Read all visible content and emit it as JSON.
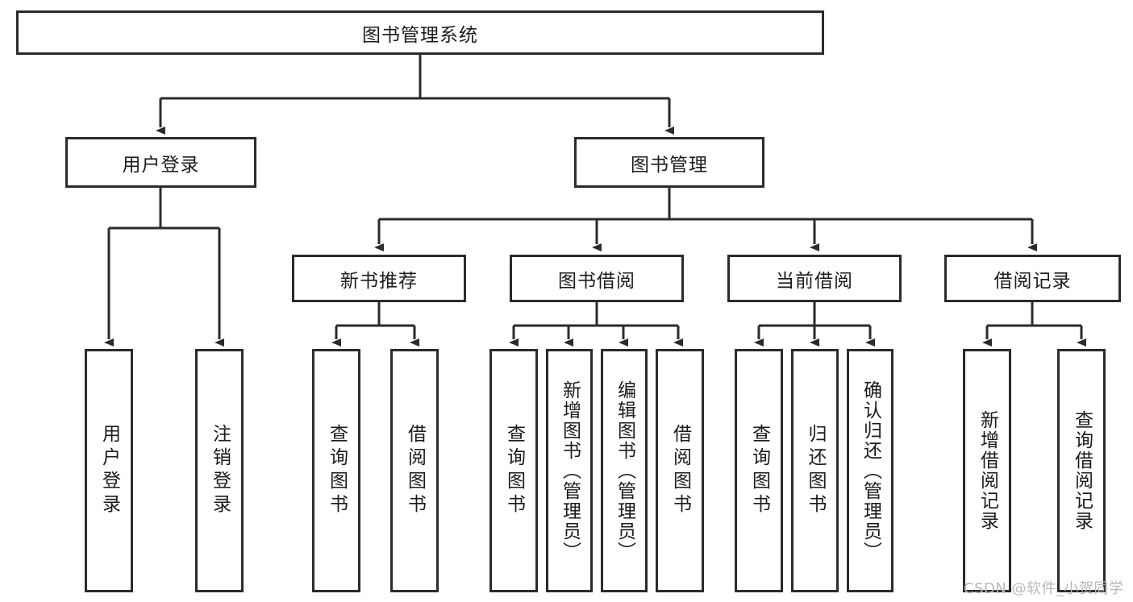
{
  "diagram": {
    "title": "图书管理系统",
    "type": "tree",
    "colors": {
      "border": "#2b2b2b",
      "background": "#ffffff",
      "text": "#1b1b1b",
      "watermark": "#b9b9b9"
    },
    "root": {
      "label": "图书管理系统"
    },
    "level2": [
      {
        "label": "用户登录"
      },
      {
        "label": "图书管理"
      }
    ],
    "level3": [
      {
        "label": "新书推荐"
      },
      {
        "label": "图书借阅"
      },
      {
        "label": "当前借阅"
      },
      {
        "label": "借阅记录"
      }
    ],
    "leaves": {
      "user_login": [
        {
          "label": "用户登录"
        },
        {
          "label": "注销登录"
        }
      ],
      "new_book": [
        {
          "label": "查询图书"
        },
        {
          "label": "借阅图书"
        }
      ],
      "book_borrow": [
        {
          "label": "查询图书"
        },
        {
          "label": "新增图书（管理员）"
        },
        {
          "label": "编辑图书（管理员）"
        },
        {
          "label": "借阅图书"
        }
      ],
      "current_borrow": [
        {
          "label": "查询图书"
        },
        {
          "label": "归还图书"
        },
        {
          "label": "确认归还（管理员）"
        }
      ],
      "borrow_record": [
        {
          "label": "新增借阅记录"
        },
        {
          "label": "查询借阅记录"
        }
      ]
    }
  },
  "watermark": {
    "text": "CSDN @软件_小贺同学"
  }
}
